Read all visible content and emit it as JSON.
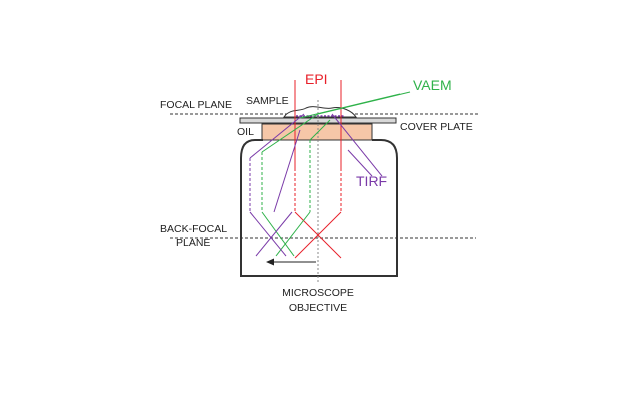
{
  "labels": {
    "epi": "EPI",
    "vaem": "VAEM",
    "tirf": "TIRF",
    "sample": "SAMPLE",
    "focal_plane": "FOCAL PLANE",
    "cover_plate": "COVER PLATE",
    "oil": "OIL",
    "back_focal_line1": "BACK-FOCAL",
    "back_focal_line2": "PLANE",
    "objective_line1": "MICROSCOPE",
    "objective_line2": "OBJECTIVE"
  },
  "colors": {
    "epi": "#e8202a",
    "vaem": "#2fb24a",
    "tirf": "#7a3aa8",
    "oil": "#f6c7a8",
    "outline": "#333333",
    "text": "#222222"
  }
}
